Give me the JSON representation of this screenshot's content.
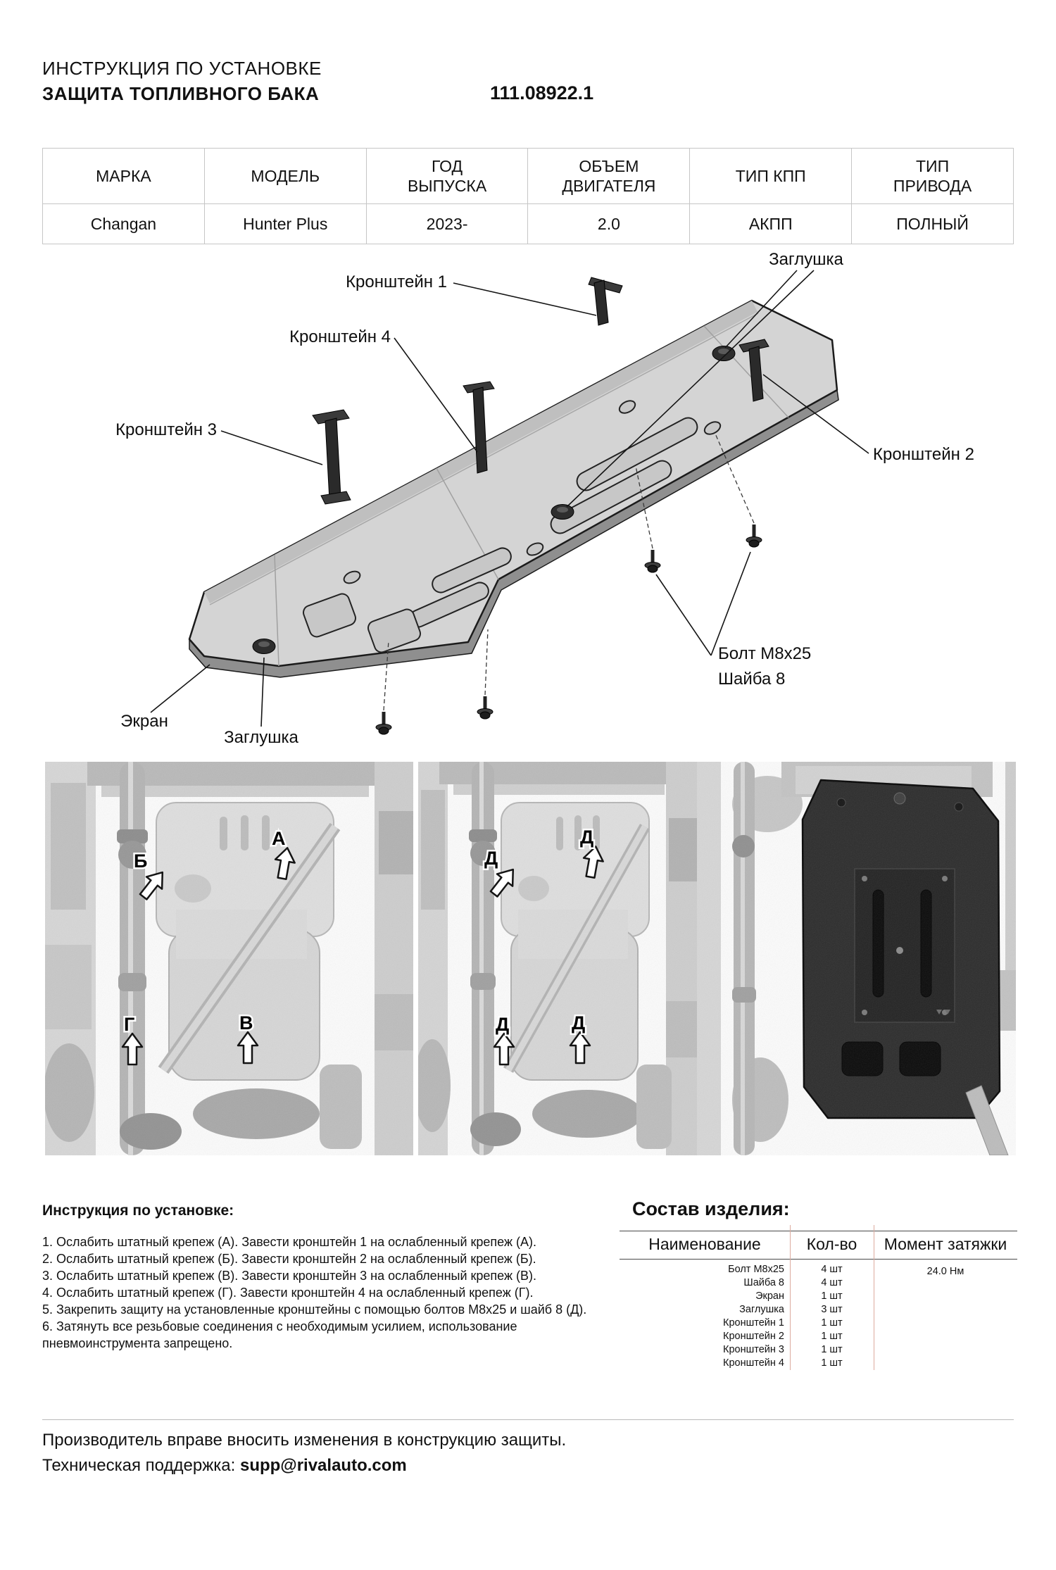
{
  "header": {
    "subtitle": "ИНСТРУКЦИЯ ПО УСТАНОВКЕ",
    "title": "ЗАЩИТА ТОПЛИВНОГО БАКА",
    "part_number": "111.08922.1"
  },
  "spec_table": {
    "headers": [
      "МАРКА",
      "МОДЕЛЬ",
      "ГОД\nВЫПУСКА",
      "ОБЪЕМ\nДВИГАТЕЛЯ",
      "ТИП КПП",
      "ТИП\nПРИВОДА"
    ],
    "row": [
      "Changan",
      "Hunter Plus",
      "2023-",
      "2.0",
      "АКПП",
      "ПОЛНЫЙ"
    ]
  },
  "diagram": {
    "labels": {
      "bracket1": "Кронштейн 1",
      "bracket2": "Кронштейн 2",
      "bracket3": "Кронштейн 3",
      "bracket4": "Кронштейн 4",
      "plug_top": "Заглушка",
      "plug_bottom": "Заглушка",
      "bolt": "Болт М8х25",
      "washer": "Шайба 8",
      "screen": "Экран"
    }
  },
  "photos": {
    "photo1_markers": [
      "Б",
      "А",
      "Г",
      "В"
    ],
    "photo2_markers": [
      "Д",
      "Д",
      "Д",
      "Д"
    ]
  },
  "instructions": {
    "title": "Инструкция по установке:",
    "steps": [
      "1. Ослабить штатный крепеж (А). Завести кронштейн 1 на ослабленный крепеж (А).",
      "2. Ослабить штатный крепеж (Б). Завести кронштейн 2 на ослабленный крепеж (Б).",
      "3. Ослабить штатный крепеж (В). Завести кронштейн 3 на ослабленный крепеж (В).",
      "4. Ослабить штатный крепеж (Г). Завести кронштейн 4 на ослабленный крепеж (Г).",
      "5. Закрепить защиту на установленные кронштейны с помощью болтов М8х25 и шайб 8 (Д).",
      "6. Затянуть все резьбовые соединения с необходимым усилием, использование пневмоинструмента запрещено."
    ]
  },
  "parts": {
    "title": "Состав изделия:",
    "col_name": "Наименование",
    "col_qty": "Кол-во",
    "col_torque": "Момент затяжки",
    "torque": "24.0 Нм",
    "rows": [
      {
        "name": "Болт М8х25",
        "qty": "4 шт"
      },
      {
        "name": "Шайба 8",
        "qty": "4 шт"
      },
      {
        "name": "Экран",
        "qty": "1 шт"
      },
      {
        "name": "Заглушка",
        "qty": "3 шт"
      },
      {
        "name": "Кронштейн 1",
        "qty": "1 шт"
      },
      {
        "name": "Кронштейн 2",
        "qty": "1 шт"
      },
      {
        "name": "Кронштейн 3",
        "qty": "1 шт"
      },
      {
        "name": "Кронштейн 4",
        "qty": "1 шт"
      }
    ]
  },
  "footer": {
    "note": "Производитель вправе вносить изменения в конструкцию защиты.",
    "support_label": "Техническая поддержка: ",
    "support_email": "supp@rivalauto.com"
  }
}
